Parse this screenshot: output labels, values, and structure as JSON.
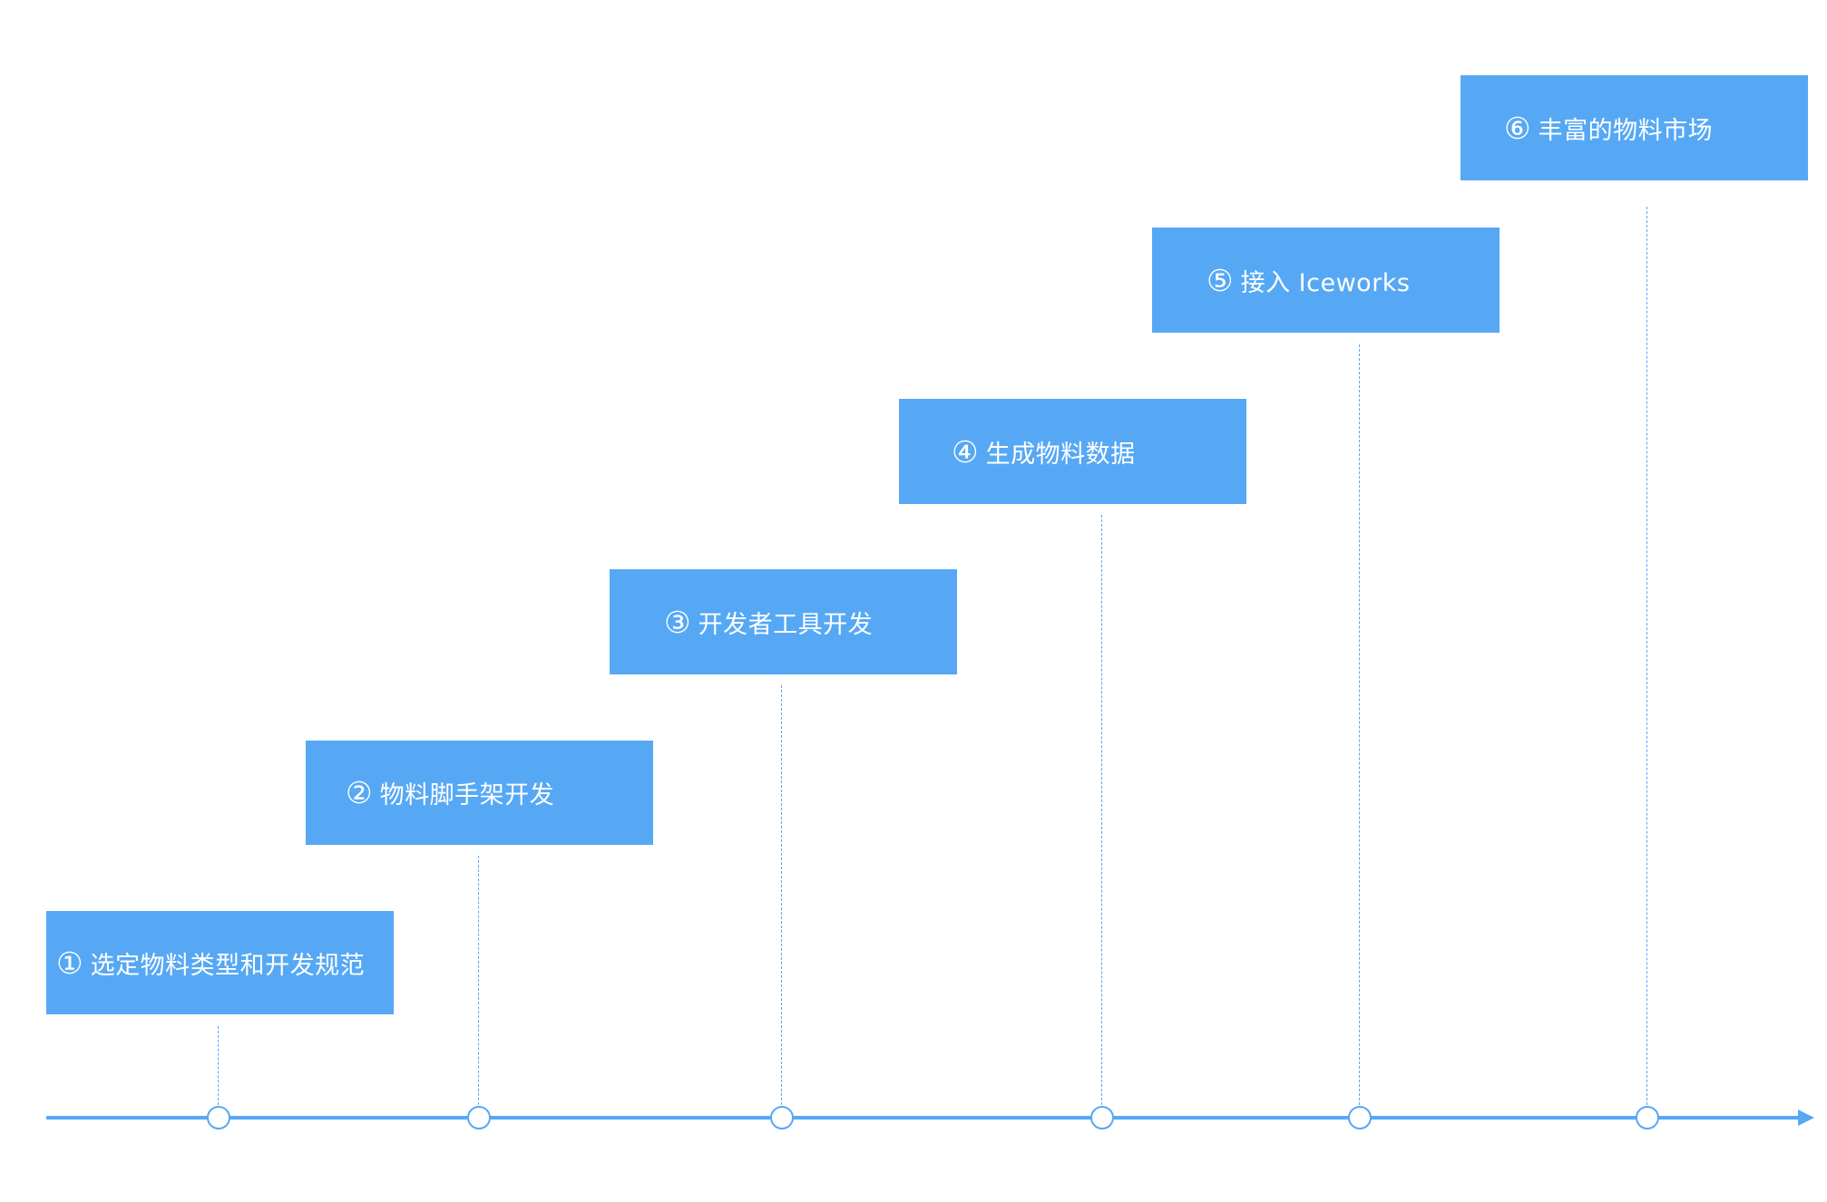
{
  "diagram": {
    "colors": {
      "box_fill": "#56a8f5",
      "box_text": "#ffffff",
      "axis": "#56a8f5",
      "node_fill": "#ffffff"
    },
    "steps": [
      {
        "num": "①",
        "label": "选定物料类型和开发规范"
      },
      {
        "num": "②",
        "label": "物料脚手架开发"
      },
      {
        "num": "③",
        "label": "开发者工具开发"
      },
      {
        "num": "④",
        "label": "生成物料数据"
      },
      {
        "num": "⑤",
        "label": "接入 Iceworks"
      },
      {
        "num": "⑥",
        "label": "丰富的物料市场"
      }
    ]
  }
}
